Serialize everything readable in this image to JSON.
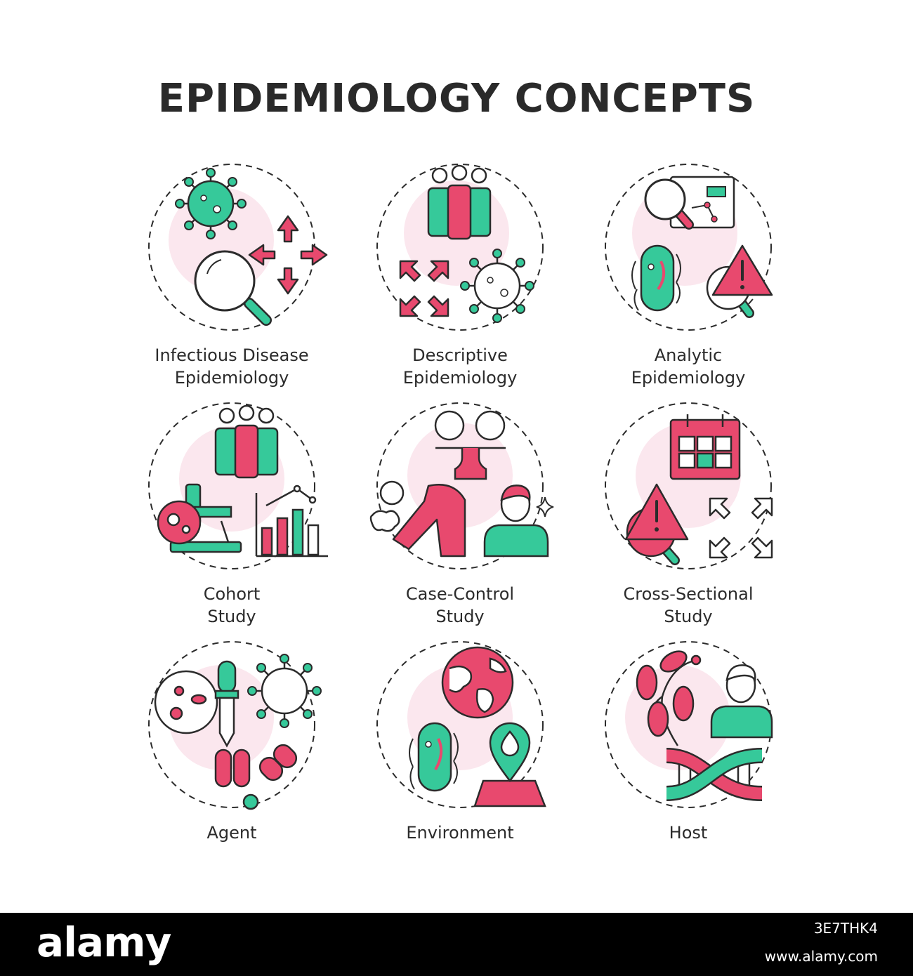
{
  "title": "EPIDEMIOLOGY CONCEPTS",
  "colors": {
    "accent_pink": "#e8496e",
    "accent_green": "#36c99a",
    "blush": "#fbe7ee",
    "outline": "#2b2b2b"
  },
  "cards": [
    {
      "label": "Infectious Disease\nEpidemiology",
      "icons": [
        "virus-icon",
        "arrows-four-way-icon",
        "magnifier-icon"
      ]
    },
    {
      "label": "Descriptive\nEpidemiology",
      "icons": [
        "people-group-icon",
        "arrows-expand-icon",
        "virus-icon"
      ]
    },
    {
      "label": "Analytic\nEpidemiology",
      "icons": [
        "magnifier-icon",
        "chart-board-icon",
        "bacteria-icon",
        "warning-icon"
      ]
    },
    {
      "label": "Cohort\nStudy",
      "icons": [
        "people-group-icon",
        "microscope-icon",
        "bar-chart-icon"
      ]
    },
    {
      "label": "Case-Control\nStudy",
      "icons": [
        "scales-icon",
        "sick-person-icon",
        "person-icon",
        "sparkle-icon"
      ]
    },
    {
      "label": "Cross-Sectional\nStudy",
      "icons": [
        "calendar-icon",
        "warning-icon",
        "arrows-expand-icon"
      ]
    },
    {
      "label": "Agent",
      "icons": [
        "petri-dish-icon",
        "pipette-icon",
        "virus-icon",
        "pills-icon"
      ]
    },
    {
      "label": "Environment",
      "icons": [
        "globe-icon",
        "bacteria-icon",
        "location-pin-icon"
      ]
    },
    {
      "label": "Host",
      "icons": [
        "branch-icon",
        "person-icon",
        "dna-icon"
      ]
    }
  ],
  "footer": {
    "brand": "alamy",
    "stock_id": "3E7THK4",
    "url": "www.alamy.com"
  }
}
